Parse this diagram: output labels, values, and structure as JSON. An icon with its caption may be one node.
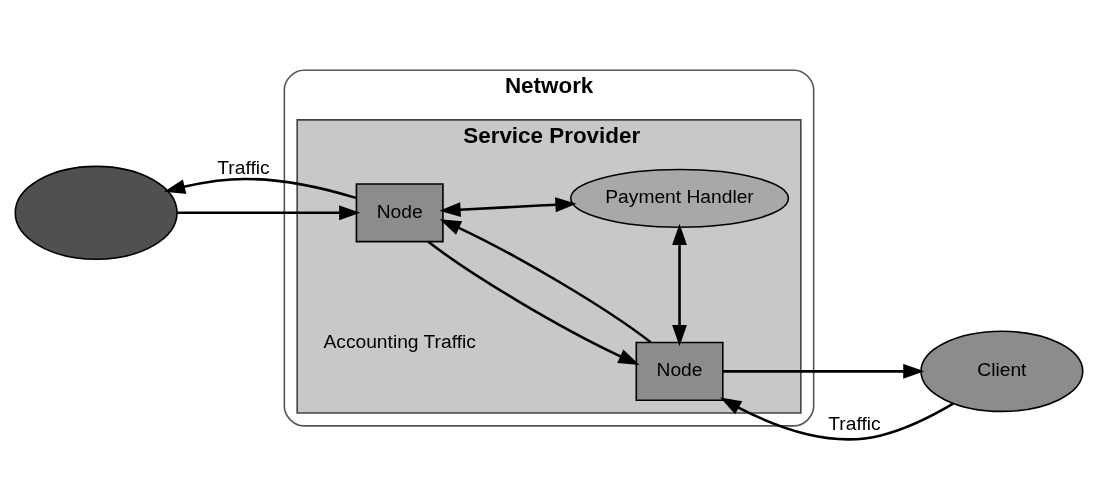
{
  "diagram": {
    "nodes": [
      {
        "text": [
          "Network"
        ]
      },
      {
        "text": [
          "Service Provider"
        ],
        "in": 0
      },
      {
        "text": [],
        "shape": "ellipse"
      },
      {
        "text": [
          "Node"
        ],
        "in": 1
      },
      {
        "text": [
          "Node"
        ],
        "in": 1
      },
      {
        "text": [
          "Client"
        ]
      },
      {
        "text": [
          "Payment Handler"
        ],
        "in": 1
      }
    ],
    "edges": [
      {
        "from": 3,
        "to": 2,
        "arrow": "to",
        "label": "Traffic"
      },
      {
        "from": 2,
        "to": 3,
        "arrow": "to"
      },
      {
        "from": 4,
        "to": 3,
        "arrow": "to"
      },
      {
        "from": 3,
        "to": 4,
        "arrow": "to"
      },
      {
        "from": 5,
        "to": 4,
        "arrow": "to",
        "label": "Traffic"
      },
      {
        "from": 4,
        "to": 5,
        "arrow": "to"
      },
      {
        "from": 3,
        "to": 6,
        "arrow": "both"
      },
      {
        "from": 4,
        "to": 6,
        "arrow": "both"
      }
    ],
    "labels": [
      "Accounting Traffic"
    ]
  }
}
